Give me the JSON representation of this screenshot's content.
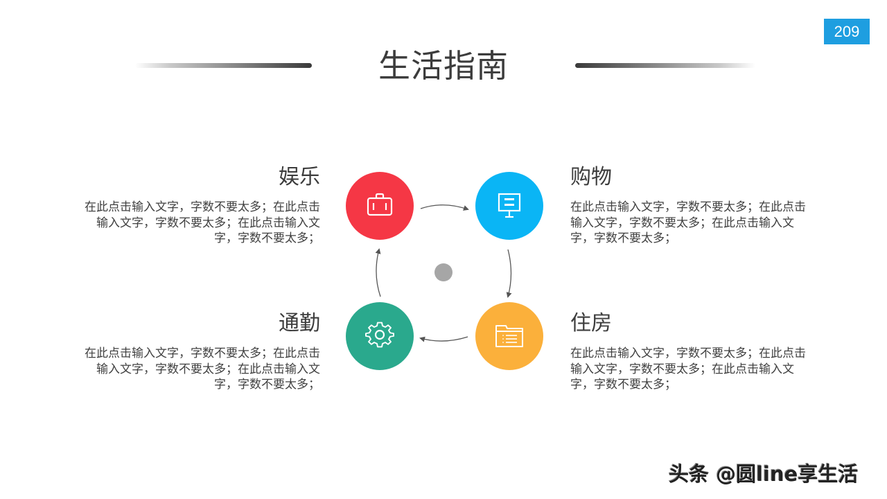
{
  "page_number": "209",
  "title": "生活指南",
  "colors": {
    "page_badge": "#1e9ee0",
    "entertainment": "#f53745",
    "shopping": "#0ab5f5",
    "commute": "#2aa98d",
    "housing": "#fbb03b",
    "center_dot": "#a6a6a6",
    "arrow": "#555555"
  },
  "items": [
    {
      "key": "entertainment",
      "heading": "娱乐",
      "icon": "suitcase-icon",
      "text": "在此点击输入文字，字数不要太多；在此点击输入文字，字数不要太多；在此点击输入文字，字数不要太多；"
    },
    {
      "key": "shopping",
      "heading": "购物",
      "icon": "monitor-icon",
      "text": "在此点击输入文字，字数不要太多；在此点击输入文字，字数不要太多；在此点击输入文字，字数不要太多；"
    },
    {
      "key": "commute",
      "heading": "通勤",
      "icon": "gear-icon",
      "text": "在此点击输入文字，字数不要太多；在此点击输入文字，字数不要太多；在此点击输入文字，字数不要太多；"
    },
    {
      "key": "housing",
      "heading": "住房",
      "icon": "folder-icon",
      "text": "在此点击输入文字，字数不要太多；在此点击输入文字，字数不要太多；在此点击输入文字，字数不要太多；"
    }
  ],
  "cycle_order": [
    "娱乐",
    "购物",
    "住房",
    "通勤"
  ],
  "watermark": "头条 @圆line享生活"
}
